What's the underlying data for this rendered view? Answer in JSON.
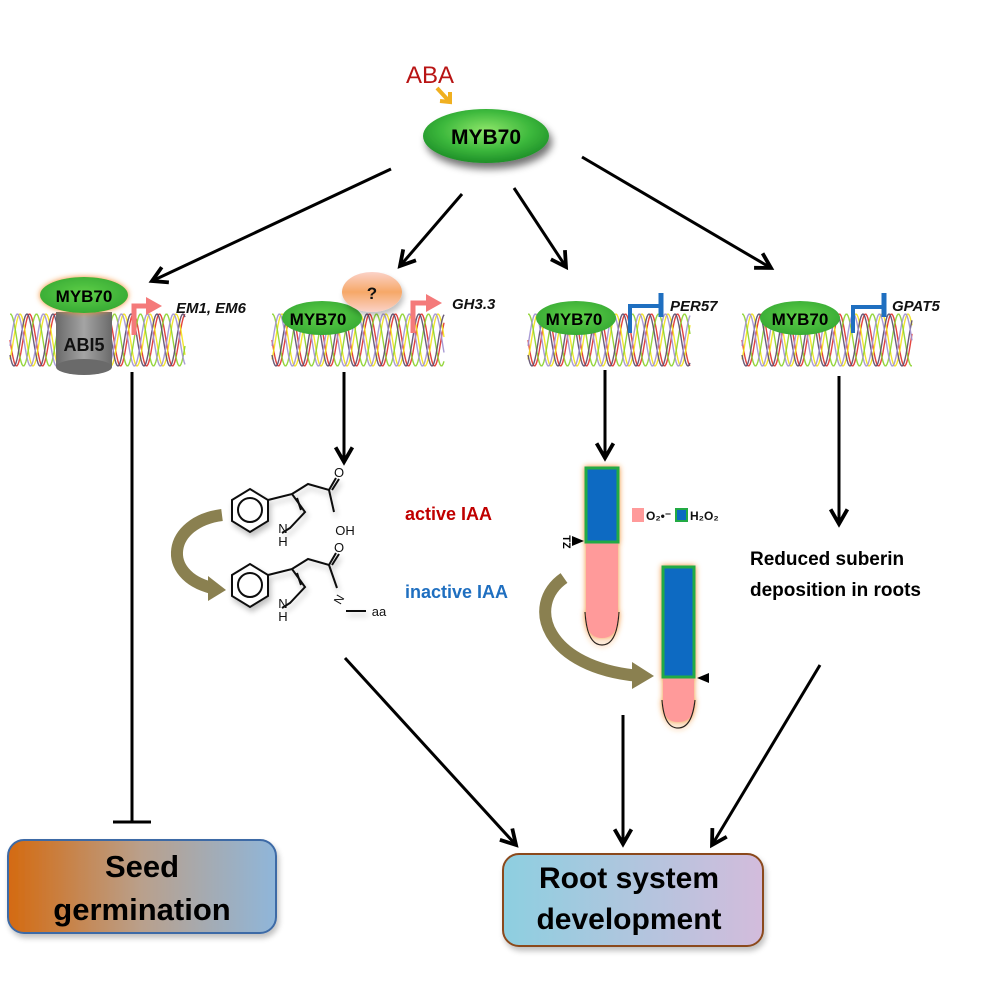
{
  "diagram": {
    "stimulus": {
      "label": "ABA",
      "color": "#b81414"
    },
    "regulator": {
      "label": "MYB70",
      "color": "#3cb83c"
    },
    "branches": [
      {
        "id": "seed",
        "binding_protein": "MYB70",
        "partner": "ABI5",
        "target_genes": "EM1, EM6",
        "regulation": "activation",
        "outcome_link": "inhibition"
      },
      {
        "id": "auxin",
        "binding_protein": "MYB70",
        "partner": "?",
        "target_genes": "GH3.3",
        "regulation": "activation",
        "products": [
          {
            "label": "active IAA",
            "color": "#c00000",
            "substituent": "OH"
          },
          {
            "label": "inactive IAA",
            "color": "#1f6fc0",
            "substituent": "aa"
          }
        ],
        "indole_nh": "N",
        "indole_h": "H",
        "carbonyl_o": "O"
      },
      {
        "id": "ros",
        "binding_protein": "MYB70",
        "target_genes": "PER57",
        "regulation": "repression",
        "legend": [
          {
            "label": "O₂•⁻",
            "color": "#ff9a9a"
          },
          {
            "label": "H₂O₂",
            "color": "#0a6ac2"
          }
        ],
        "zone_label": "TZ"
      },
      {
        "id": "suberin",
        "binding_protein": "MYB70",
        "target_genes": "GPAT5",
        "regulation": "repression",
        "result": [
          "Reduced suberin",
          "deposition in roots"
        ]
      }
    ],
    "outcomes": {
      "seed_germination": {
        "lines": [
          "Seed",
          "germination"
        ]
      },
      "root_development": {
        "lines": [
          "Root system",
          "development"
        ]
      }
    },
    "colors": {
      "activation_arrow": "#f47a7a",
      "repression_arrow": "#1f6fc0",
      "conversion_arrow": "#8a8050"
    }
  }
}
